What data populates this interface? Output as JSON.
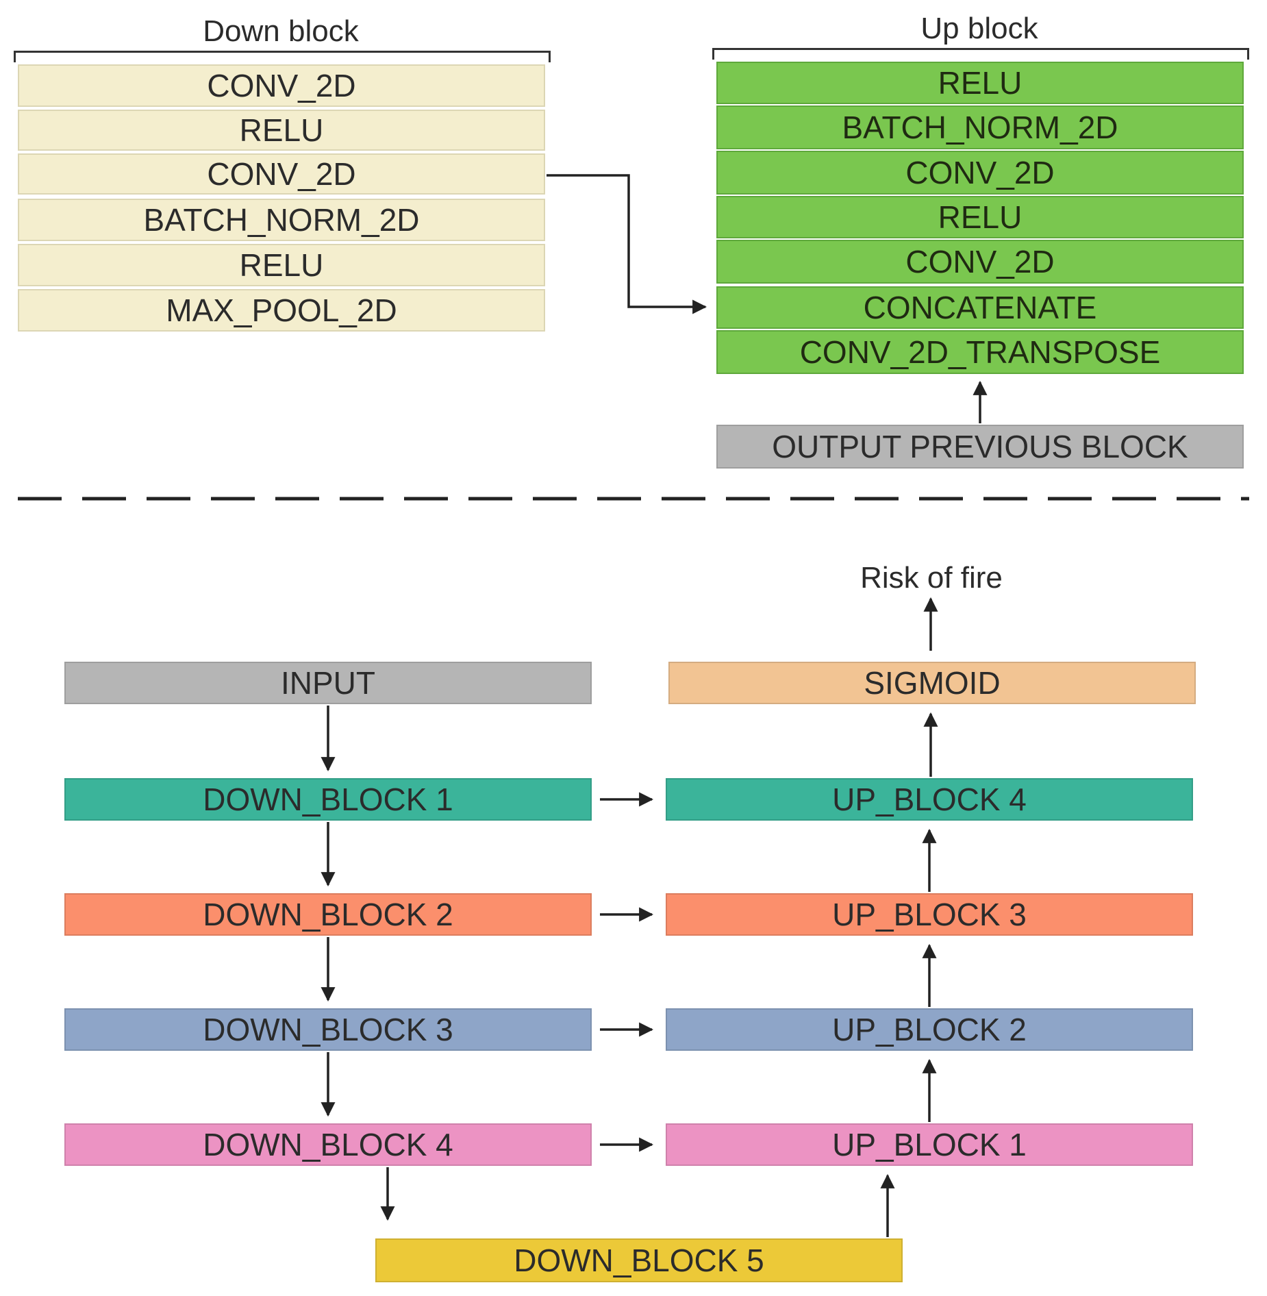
{
  "down_block": {
    "title": "Down block",
    "layers": [
      "CONV_2D",
      "RELU",
      "CONV_2D",
      "BATCH_NORM_2D",
      "RELU",
      "MAX_POOL_2D"
    ]
  },
  "up_block": {
    "title": "Up block",
    "layers": [
      "RELU",
      "BATCH_NORM_2D",
      "CONV_2D",
      "RELU",
      "CONV_2D",
      "CONCATENATE",
      "CONV_2D_TRANSPOSE"
    ],
    "input_label": "OUTPUT PREVIOUS BLOCK"
  },
  "architecture": {
    "input": "INPUT",
    "output": "Risk of fire",
    "sigmoid": "SIGMOID",
    "down_blocks": [
      "DOWN_BLOCK 1",
      "DOWN_BLOCK 2",
      "DOWN_BLOCK 3",
      "DOWN_BLOCK 4"
    ],
    "bottleneck": "DOWN_BLOCK 5",
    "up_blocks": [
      "UP_BLOCK 4",
      "UP_BLOCK 3",
      "UP_BLOCK 2",
      "UP_BLOCK 1"
    ]
  },
  "colors": {
    "level1": "#3bb49a",
    "level2": "#fb8f6c",
    "level3": "#8ea5c8",
    "level4": "#ec93c3",
    "bottleneck": "#ecc938",
    "sigmoid": "#f2c493",
    "grey": "#b5b5b5"
  }
}
